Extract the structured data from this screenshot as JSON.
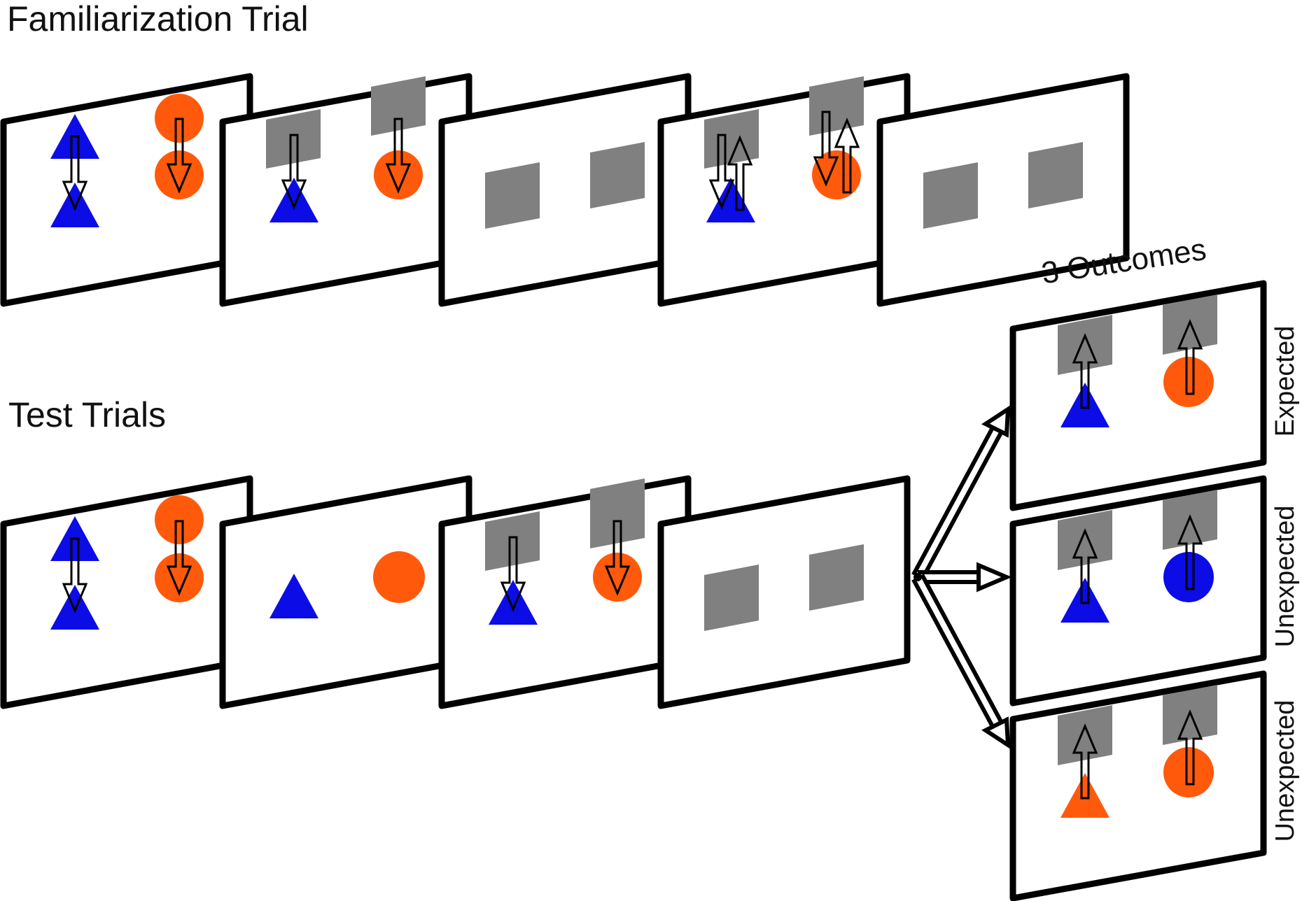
{
  "familiarization_title": "Familiarization Trial",
  "test_title": "Test Trials",
  "outcomes_title": "3 Outcomes",
  "outcome_labels": [
    "Expected",
    "Unexpected",
    "Unexpected"
  ],
  "colors": {
    "blue": "#0c0ce6",
    "orange": "#ff5a0c",
    "occluder": "#808080",
    "frame": "#000000"
  }
}
